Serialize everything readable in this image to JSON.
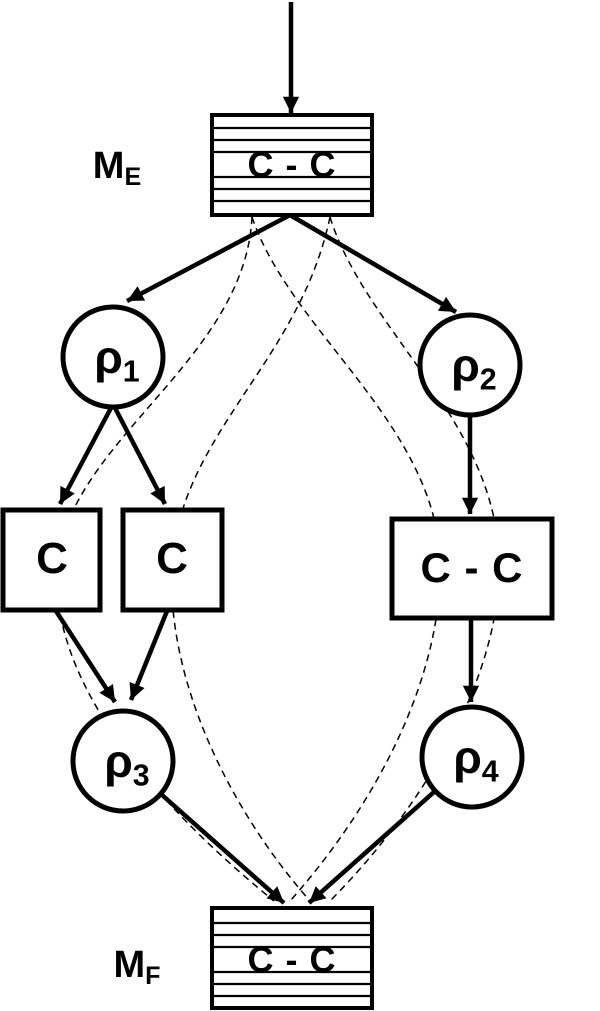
{
  "figure": {
    "background": "#ffffff",
    "stroke_color": "#000000",
    "top_marking": {
      "label_base": "M",
      "label_sub": "E",
      "box_text": "C - C"
    },
    "bottom_marking": {
      "label_base": "M",
      "label_sub": "F",
      "box_text": "C - C"
    },
    "places": [
      {
        "base": "ρ",
        "sub": "1"
      },
      {
        "base": "ρ",
        "sub": "2"
      },
      {
        "base": "ρ",
        "sub": "3"
      },
      {
        "base": "ρ",
        "sub": "4"
      }
    ],
    "transitions": {
      "left_square": "C",
      "right_square": "C",
      "right_rect": "C - C"
    }
  }
}
